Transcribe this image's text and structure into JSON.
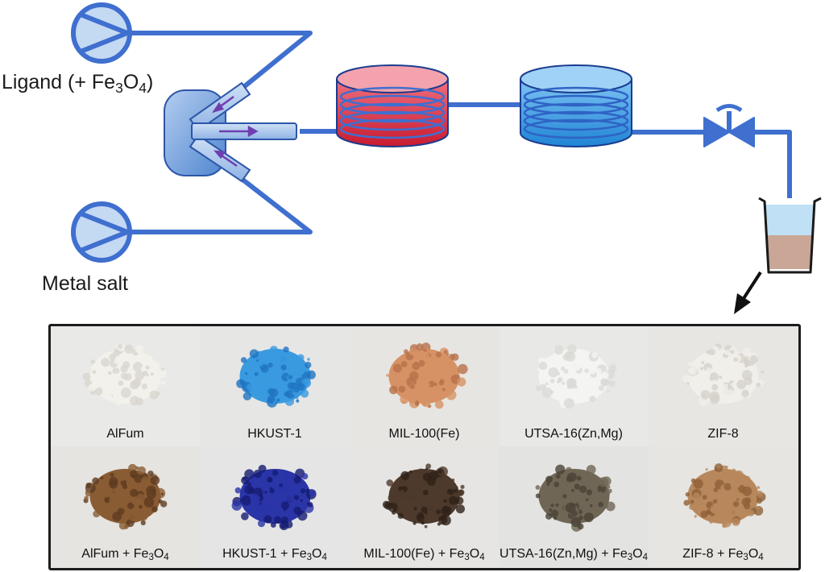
{
  "labels": {
    "ligand": {
      "text": "Ligand (+ Fe",
      "sub": "3",
      "mid": "O",
      "sub2": "4",
      "end": ")"
    },
    "metal_salt": "Metal salt"
  },
  "colors": {
    "tubing": "#3f6fcf",
    "pump_fill": "#c4d9f2",
    "mixer_fill": "#8fb3e4",
    "flow_arrow": "#6f3fb0",
    "hot_reactor": "#e0304a",
    "cold_reactor": "#3aa0ea",
    "beaker_liquid": "#bfe0f5",
    "beaker_product": "#c9a696",
    "panel_border": "#1c1c1c"
  },
  "samples": [
    {
      "name": "AlFum",
      "suffix": "",
      "color": "#f3f1ec",
      "shade": "#d9d6cf",
      "bg": "#e9e9e7"
    },
    {
      "name": "HKUST-1",
      "suffix": "",
      "color": "#3a9ae0",
      "shade": "#1f74c2",
      "bg": "#e6e6e5"
    },
    {
      "name": "MIL-100(Fe)",
      "suffix": "",
      "color": "#d69264",
      "shade": "#b8704a",
      "bg": "#e7e5e2"
    },
    {
      "name": "UTSA-16(Zn,Mg)",
      "suffix": "",
      "color": "#f4f4f2",
      "shade": "#dadad6",
      "bg": "#e8e8e6"
    },
    {
      "name": "ZIF-8",
      "suffix": "",
      "color": "#f1efea",
      "shade": "#d6d2ca",
      "bg": "#e7e6e3"
    },
    {
      "name": "AlFum + Fe",
      "suffix": "3O4",
      "color": "#8a5c34",
      "shade": "#5e3b1f",
      "bg": "#e5e4e1"
    },
    {
      "name": "HKUST-1 + Fe",
      "suffix": "3O4",
      "color": "#2a35a8",
      "shade": "#151c72",
      "bg": "#e5e5e5"
    },
    {
      "name": "MIL-100(Fe)  + Fe",
      "suffix": "3O4",
      "color": "#4e3a2c",
      "shade": "#2f2219",
      "bg": "#e6e5e3"
    },
    {
      "name": "UTSA-16(Zn,Mg) + Fe",
      "suffix": "3O4",
      "color": "#6f6656",
      "shade": "#4a4336",
      "bg": "#e3e3e1"
    },
    {
      "name": "ZIF-8 + Fe",
      "suffix": "3O4",
      "color": "#b8875c",
      "shade": "#8e6038",
      "bg": "#e6e5e1"
    }
  ]
}
